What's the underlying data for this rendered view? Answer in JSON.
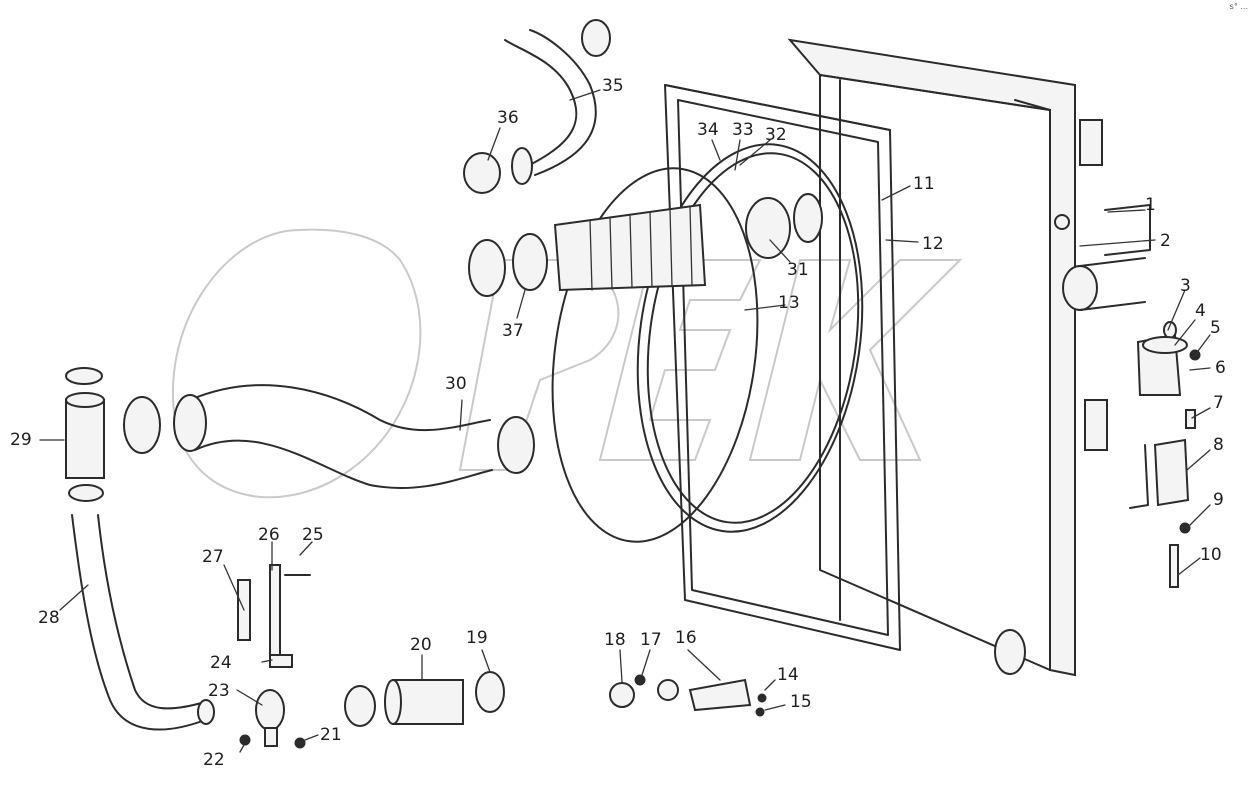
{
  "corner_mark": "s° ...",
  "callouts": [
    "1",
    "2",
    "3",
    "4",
    "5",
    "6",
    "7",
    "8",
    "9",
    "10",
    "11",
    "12",
    "13",
    "14",
    "15",
    "16",
    "17",
    "18",
    "19",
    "20",
    "21",
    "22",
    "23",
    "24",
    "25",
    "26",
    "27",
    "28",
    "29",
    "30",
    "31",
    "32",
    "33",
    "34",
    "35",
    "36",
    "37"
  ]
}
